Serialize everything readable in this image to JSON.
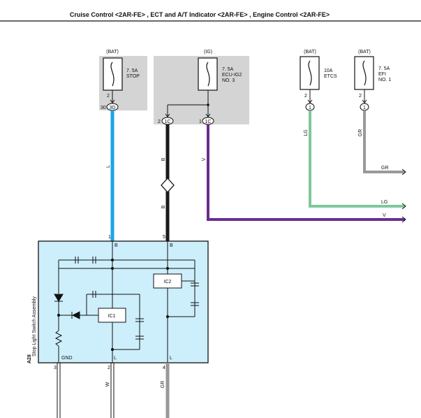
{
  "title": "Cruise Control <2AR-FE> , ECT and A/T Indicator <2AR-FE> , Engine Control <2AR-FE>",
  "colors": {
    "wire_l": "#19a6e6",
    "wire_b": "#1a1a1a",
    "wire_v": "#6a2d8f",
    "wire_lg": "#7ec99a",
    "wire_gr": "#999999",
    "fuse_box": "#d4d4d4",
    "assembly_fill": "#cdeefb"
  },
  "fuses": [
    {
      "source": "(BAT)",
      "rating": "7. 5A",
      "name": "STOP",
      "pin": "2",
      "connector": "3D",
      "connector_pin": "30"
    },
    {
      "source": "(IG)",
      "rating": "7. 5A",
      "name": "ECU-IG2",
      "name2": "NO. 3",
      "pin": ""
    },
    {
      "source": "(BAT)",
      "rating": "10A",
      "name": "ETCS",
      "pin": "2",
      "connector": "1"
    },
    {
      "source": "(BAT)",
      "rating": "7. 5A",
      "name": "EFI",
      "name2": "NO. 1",
      "pin": "2",
      "connector": "1"
    }
  ],
  "ig_connectors": [
    {
      "pin": "2",
      "connector": "1C"
    },
    {
      "pin": "1",
      "connector": "1C"
    }
  ],
  "wires": {
    "stop_color": "L",
    "ig_upper": "B",
    "ig_lower": "B",
    "v": "V",
    "v_right": "V",
    "lg": "LG",
    "lg_right": "LG",
    "gr": "GR",
    "gr_right": "GR",
    "gnd": "W",
    "out": "GR"
  },
  "assembly": {
    "id": "A28",
    "name": "Stop Light Switch Assembly",
    "ic1": "IC1",
    "ic2": "IC2",
    "pin_b1": "1",
    "pin_b1_label": "B",
    "pin_b5": "5",
    "pin_b5_label": "B",
    "pin_gnd": "3",
    "pin_gnd_label": "GND",
    "pin_l2": "2",
    "pin_l2_label": "L",
    "pin_l4": "4",
    "pin_l4_label": "L"
  }
}
